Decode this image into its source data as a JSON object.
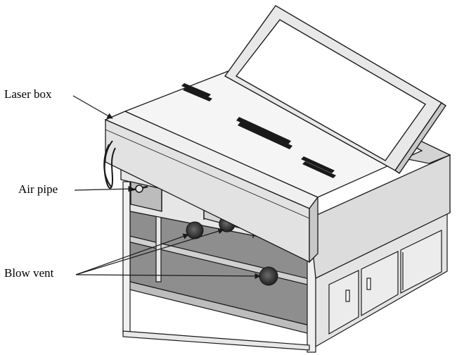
{
  "labels": {
    "laser_box": "Laser box",
    "air_pipe": "Air pipe",
    "blow_vent": "Blow vent"
  },
  "colors": {
    "line": "#1a1a1a",
    "top_face": "#f4f4f4",
    "front_face": "#e6e6e6",
    "side_face": "#dcdcdc",
    "inner_dark": "#8e8e8e",
    "screen": "#ffffff",
    "vent_dark": "#2b2b2b"
  }
}
